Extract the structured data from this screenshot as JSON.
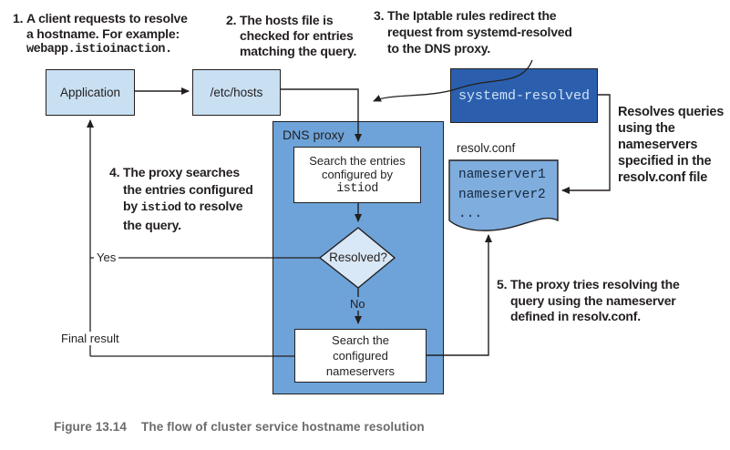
{
  "notes": {
    "n1": {
      "num": "1.",
      "line1": "A client requests to resolve",
      "line2": "a hostname. For example:",
      "code": "webapp.istioinaction."
    },
    "n2": {
      "num": "2.",
      "line1": "The hosts file is",
      "line2": "checked for entries",
      "line3": "matching the query."
    },
    "n3": {
      "num": "3.",
      "line1": "The Iptable rules redirect the",
      "line2": "request from systemd-resolved",
      "line3": "to the DNS proxy."
    },
    "n4": {
      "num": "4.",
      "line1": "The proxy searches",
      "line2": "the entries configured",
      "line3_pre": "by ",
      "line3_code": "istiod",
      "line3_post": " to resolve",
      "line4": "the query."
    },
    "n5": {
      "num": "5.",
      "line1": "The proxy tries resolving the",
      "line2": "query using the nameserver",
      "line3": "defined in resolv.conf."
    },
    "resolves": {
      "line1": "Resolves queries",
      "line2": "using the",
      "line3": "nameservers",
      "line4": "specified in the",
      "line5": "resolv.conf file"
    }
  },
  "nodes": {
    "application": "Application",
    "etc_hosts": "/etc/hosts",
    "systemd_resolved": "systemd-resolved",
    "dns_proxy": "DNS proxy",
    "search_entries_line1": "Search the entries",
    "search_entries_line2": "configured by",
    "search_entries_code": "istiod",
    "resolved_question": "Resolved?",
    "search_ns_line1": "Search the",
    "search_ns_line2": "configured",
    "search_ns_line3": "nameservers",
    "resolv_conf_label": "resolv.conf",
    "nameserver1": "nameserver1",
    "nameserver2": "nameserver2",
    "nameserver_more": "..."
  },
  "edge_labels": {
    "yes": "Yes",
    "no": "No",
    "final_result": "Final result"
  },
  "caption": {
    "label": "Figure 13.14",
    "text": "The flow of cluster service hostname resolution"
  },
  "colors": {
    "light_box_fill": "#c9dff2",
    "dns_proxy_fill": "#6da3d8",
    "systemd_fill": "#2b5fae",
    "systemd_text": "#cfe2f5",
    "doc_fill": "#7fadde",
    "diamond_fill": "#d9e8f6",
    "line": "#231f20",
    "caption_text": "#6b6b6b"
  }
}
